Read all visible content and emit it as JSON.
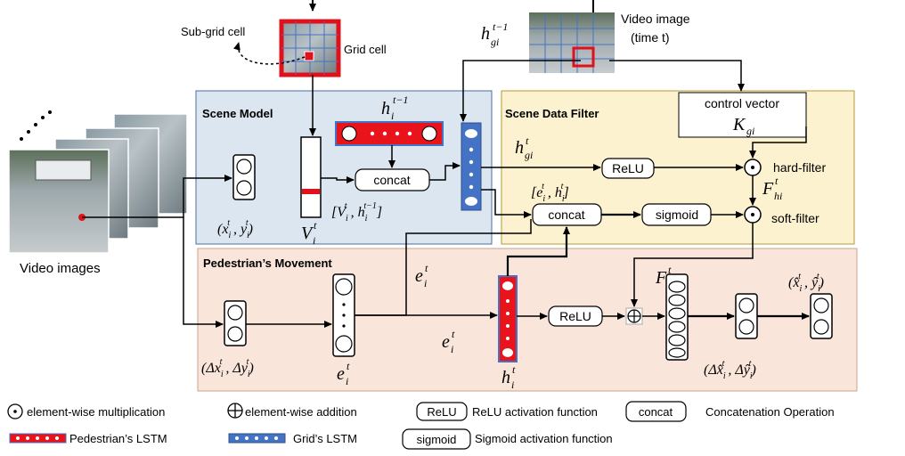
{
  "labels": {
    "sub_grid_cell": "Sub-grid cell",
    "grid_cell": "Grid cell",
    "video_image_line1": "Video image",
    "video_image_line2": "(time  t)",
    "video_images": "Video images"
  },
  "regions": {
    "scene_model": "Scene Model",
    "scene_data_filter": "Scene Data Filter",
    "pedestrian_movement": "Pedestrian’s Movement"
  },
  "ops": {
    "concat": "concat",
    "relu": "ReLU",
    "sigmoid": "sigmoid",
    "control_vector": "control vector",
    "hard_filter": "hard-filter",
    "soft_filter": "soft-filter"
  },
  "math": {
    "h_gi_prev": {
      "base": "h",
      "sub": "gi",
      "sup": "t−1"
    },
    "h_i_prev": {
      "base": "h",
      "sub": "i",
      "sup": "t−1"
    },
    "h_gi_t": {
      "base": "h",
      "sub": "gi",
      "sup": "t"
    },
    "K_gi": {
      "base": "K",
      "sub": "gi"
    },
    "e_h_concat": "[e_i^t , h_i^t]",
    "V_h_concat": "[V_i^t , h_i^t−1]",
    "F_hi": {
      "base": "F",
      "sub": "hi",
      "sup": "t"
    },
    "F_i": {
      "base": "F",
      "sub": "i",
      "sup": "t"
    },
    "xy": "(x_i^t , y_i^t)",
    "V_i": {
      "base": "V",
      "sub": "i",
      "sup": "t"
    },
    "e_i": {
      "base": "e",
      "sub": "i",
      "sup": "t"
    },
    "h_i": {
      "base": "h",
      "sub": "i",
      "sup": "t"
    },
    "dxy": "(Δx_i^t , Δy_i^t)",
    "xy_hat": "(x̂_i^t , ŷ_i^t)",
    "dxy_hat": "(Δx̂_i^t , Δŷ_i^t)"
  },
  "legend": {
    "elementwise_mult": "element-wise multiplication",
    "elementwise_add": "element-wise addition",
    "relu_key": "ReLU",
    "relu_desc": "ReLU activation function",
    "concat_key": "concat",
    "concat_desc": "Concatenation Operation",
    "pedestrian_lstm": "Pedestrian’s LSTM",
    "grid_lstm": "Grid’s LSTM",
    "sigmoid_key": "sigmoid",
    "sigmoid_desc": "Sigmoid activation function"
  },
  "colors": {
    "scene_model_bg": "#dce6f1",
    "scene_model_border": "#4a6fa0",
    "scene_filter_bg": "#fdf2cf",
    "scene_filter_border": "#b59a3a",
    "pedestrian_bg": "#f9e5d9",
    "pedestrian_border": "#c7a48c",
    "pedestrian_lstm": "#e8131b",
    "grid_lstm": "#4472c4",
    "grid_cell_red": "#e0111a"
  }
}
